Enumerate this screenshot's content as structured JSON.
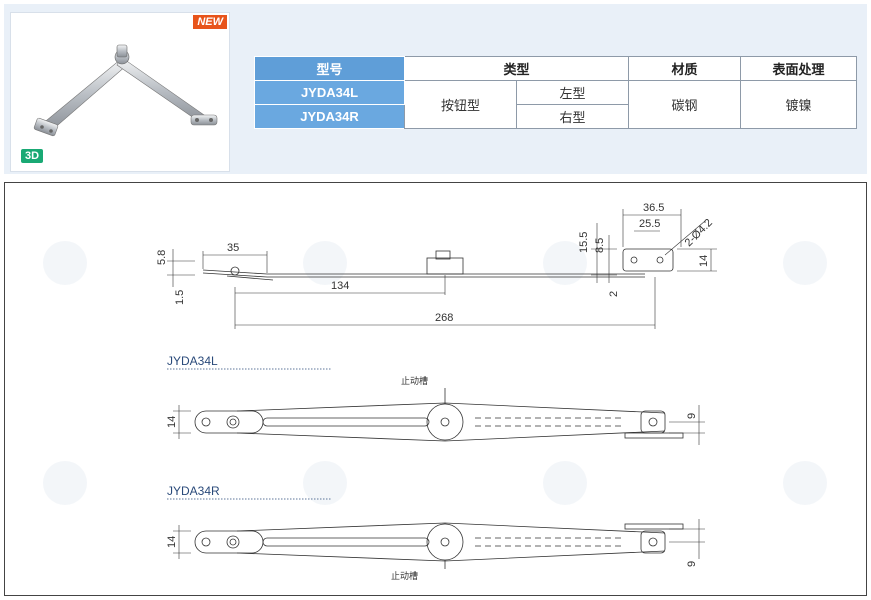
{
  "product": {
    "badge_new": "NEW",
    "badge_3d": "3D"
  },
  "spec_table": {
    "headers": {
      "model": "型号",
      "type": "类型",
      "material": "材质",
      "surface": "表面处理"
    },
    "rows": [
      {
        "model": "JYDA34L",
        "type_sub": "左型"
      },
      {
        "model": "JYDA34R",
        "type_sub": "右型"
      }
    ],
    "type_main": "按钮型",
    "material": "碳钢",
    "surface": "镀镍"
  },
  "drawing": {
    "dims": {
      "d35": "35",
      "d5_8": "5.8",
      "d1_5": "1.5",
      "d134": "134",
      "d268": "268",
      "d36_5": "36.5",
      "d25_5": "25.5",
      "d15_5": "15.5",
      "d8_5": "8.5",
      "d2": "2",
      "d14": "14",
      "hole": "2-Ø4.2"
    },
    "variants": [
      {
        "label": "JYDA34L",
        "stop_label": "止动槽",
        "d14": "14",
        "d9": "9"
      },
      {
        "label": "JYDA34R",
        "stop_label": "止动槽",
        "d14": "14",
        "d9": "9"
      }
    ]
  }
}
